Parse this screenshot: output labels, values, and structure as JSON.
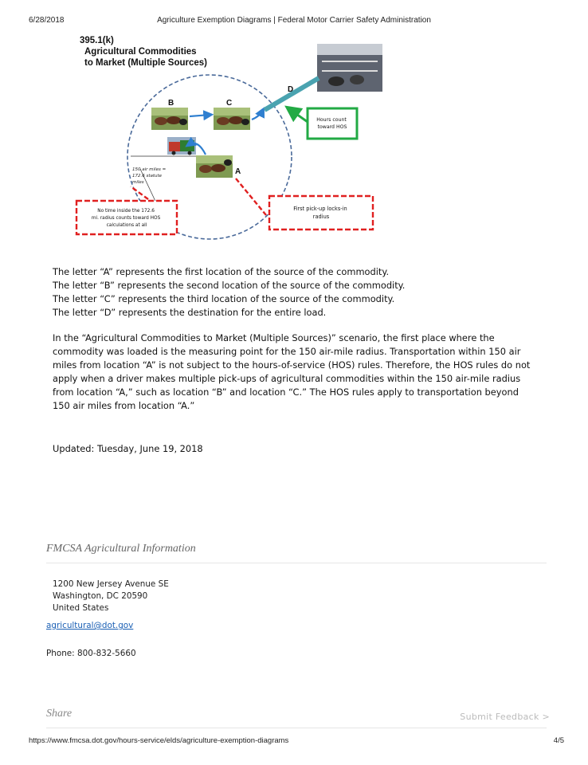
{
  "print_header": {
    "date": "6/28/2018",
    "title": "Agriculture Exemption Diagrams | Federal Motor Carrier Safety Administration"
  },
  "diagram": {
    "section": "395.1(k)",
    "title_line1": "Agricultural Commodities",
    "title_line2": "to Market (Multiple Sources)",
    "labels": {
      "a": "A",
      "b": "B",
      "c": "C",
      "d": "D"
    },
    "radius_note": [
      "150 air miles =",
      "172.6 statute",
      "miles"
    ],
    "callout_hours": [
      "Hours count",
      "toward HOS"
    ],
    "callout_first": [
      "First pick-up locks-in",
      "radius"
    ],
    "callout_inside": [
      "No time inside the 172.6",
      "mi. radius counts toward HOS",
      "calculations  at all"
    ],
    "colors": {
      "circle": "#4a6a9a",
      "red": "#e02020",
      "green": "#22aa44",
      "teal": "#4aa3b0",
      "arrow": "#2f7fd0"
    }
  },
  "legend_lines": [
    "The letter “A” represents the first location of the source of the commodity.",
    "The letter “B” represents the second location of the source of the commodity.",
    "The letter “C” represents the third location of the source of the commodity.",
    "The letter “D” represents the destination for the entire load."
  ],
  "paragraph": "In the “Agricultural Commodities to Market (Multiple Sources)” scenario, the first place where the commodity was loaded is the measuring point for the 150 air-mile radius. Transportation within 150 air miles from location “A” is not subject to the hours-of-service (HOS) rules. Therefore, the HOS rules do not apply when a driver makes multiple pick-ups of agricultural commodities within the 150 air-mile radius from location “A,” such as location “B” and location “C.” The HOS rules apply to transportation beyond 150 air miles from location “A.”",
  "updated": "Updated: Tuesday, June 19, 2018",
  "footer": {
    "title": "FMCSA Agricultural Information",
    "address": [
      "1200 New Jersey Avenue SE",
      "Washington, DC 20590",
      "United States"
    ],
    "email": "agricultural@dot.gov",
    "phone": "Phone: 800-832-5660",
    "share": "Share",
    "feedback": "Submit Feedback >"
  },
  "print_footer": {
    "url": "https://www.fmcsa.dot.gov/hours-service/elds/agriculture-exemption-diagrams",
    "page": "4/5"
  }
}
